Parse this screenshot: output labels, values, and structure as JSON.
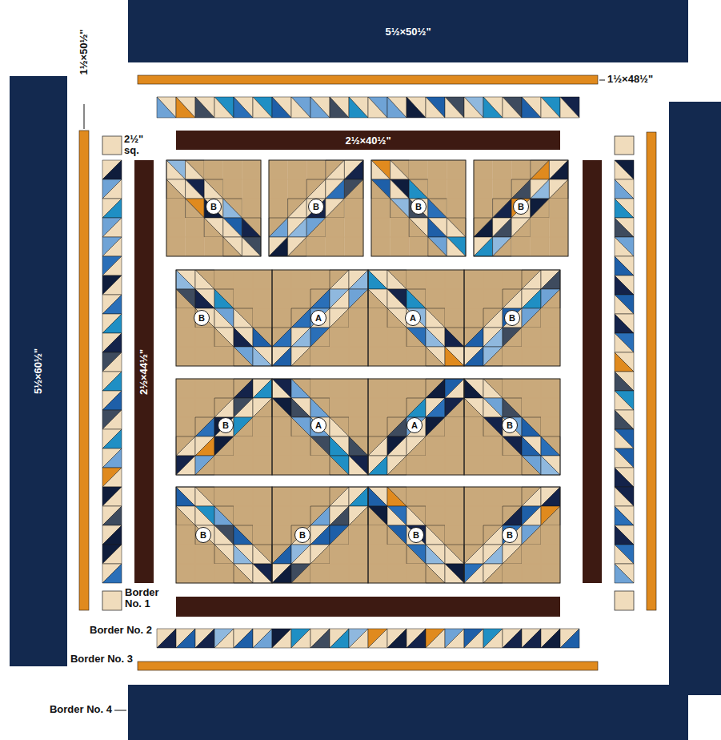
{
  "diagram": {
    "nodes": [
      {
        "text": [
          "5½×50½\""
        ]
      },
      {
        "text": [
          "5½×60½\""
        ]
      },
      {
        "text": [
          "2½×40½\""
        ]
      },
      {
        "text": [
          "2½×44½\""
        ]
      },
      {
        "text": [
          "B"
        ]
      },
      {
        "text": [
          "B"
        ]
      },
      {
        "text": [
          "B"
        ]
      },
      {
        "text": [
          "B"
        ]
      },
      {
        "text": [
          "B"
        ]
      },
      {
        "text": [
          "A"
        ]
      },
      {
        "text": [
          "A"
        ]
      },
      {
        "text": [
          "B"
        ]
      },
      {
        "text": [
          "B"
        ]
      },
      {
        "text": [
          "A"
        ]
      },
      {
        "text": [
          "A"
        ]
      },
      {
        "text": [
          "B"
        ]
      },
      {
        "text": [
          "B"
        ]
      },
      {
        "text": [
          "B"
        ]
      },
      {
        "text": [
          "B"
        ]
      },
      {
        "text": [
          "B"
        ]
      }
    ],
    "labels": [
      "1½×48½\"",
      "1½×50½\"",
      "2½\" sq.",
      "Border No. 1",
      "Border No. 2",
      "Border No. 3",
      "Border No. 4"
    ]
  }
}
